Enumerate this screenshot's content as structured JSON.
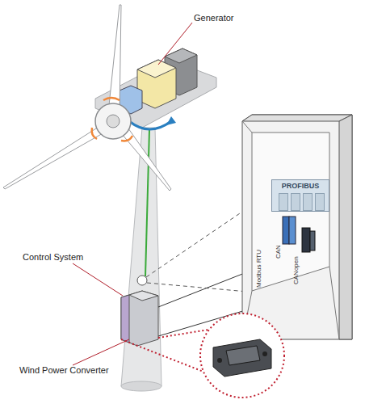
{
  "diagram": {
    "nodes": [
      {
        "text": [
          "PROFIBUS"
        ]
      }
    ],
    "labels": [
      "Generator",
      "Control System",
      "Wind Power Converter",
      "Modbus RTU",
      "CAN",
      "CANopen"
    ]
  }
}
